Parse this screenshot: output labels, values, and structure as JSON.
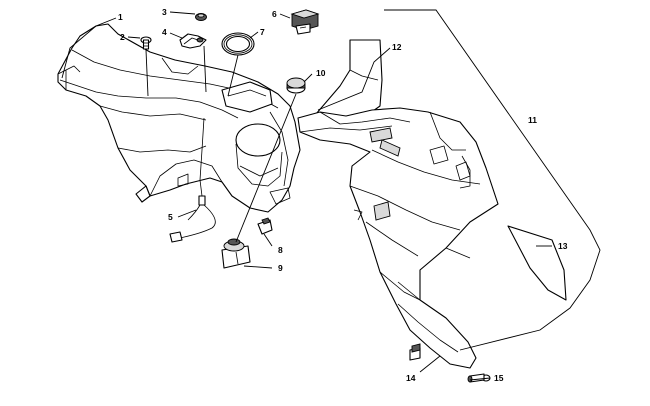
{
  "callouts": [
    {
      "id": "1",
      "label": "1"
    },
    {
      "id": "2",
      "label": "2"
    },
    {
      "id": "3",
      "label": "3"
    },
    {
      "id": "4",
      "label": "4"
    },
    {
      "id": "5",
      "label": "5"
    },
    {
      "id": "6",
      "label": "6"
    },
    {
      "id": "7",
      "label": "7"
    },
    {
      "id": "8",
      "label": "8"
    },
    {
      "id": "9",
      "label": "9"
    },
    {
      "id": "10",
      "label": "10"
    },
    {
      "id": "11",
      "label": "11"
    },
    {
      "id": "12",
      "label": "12"
    },
    {
      "id": "13",
      "label": "13"
    },
    {
      "id": "14",
      "label": "14"
    },
    {
      "id": "15",
      "label": "15"
    }
  ]
}
